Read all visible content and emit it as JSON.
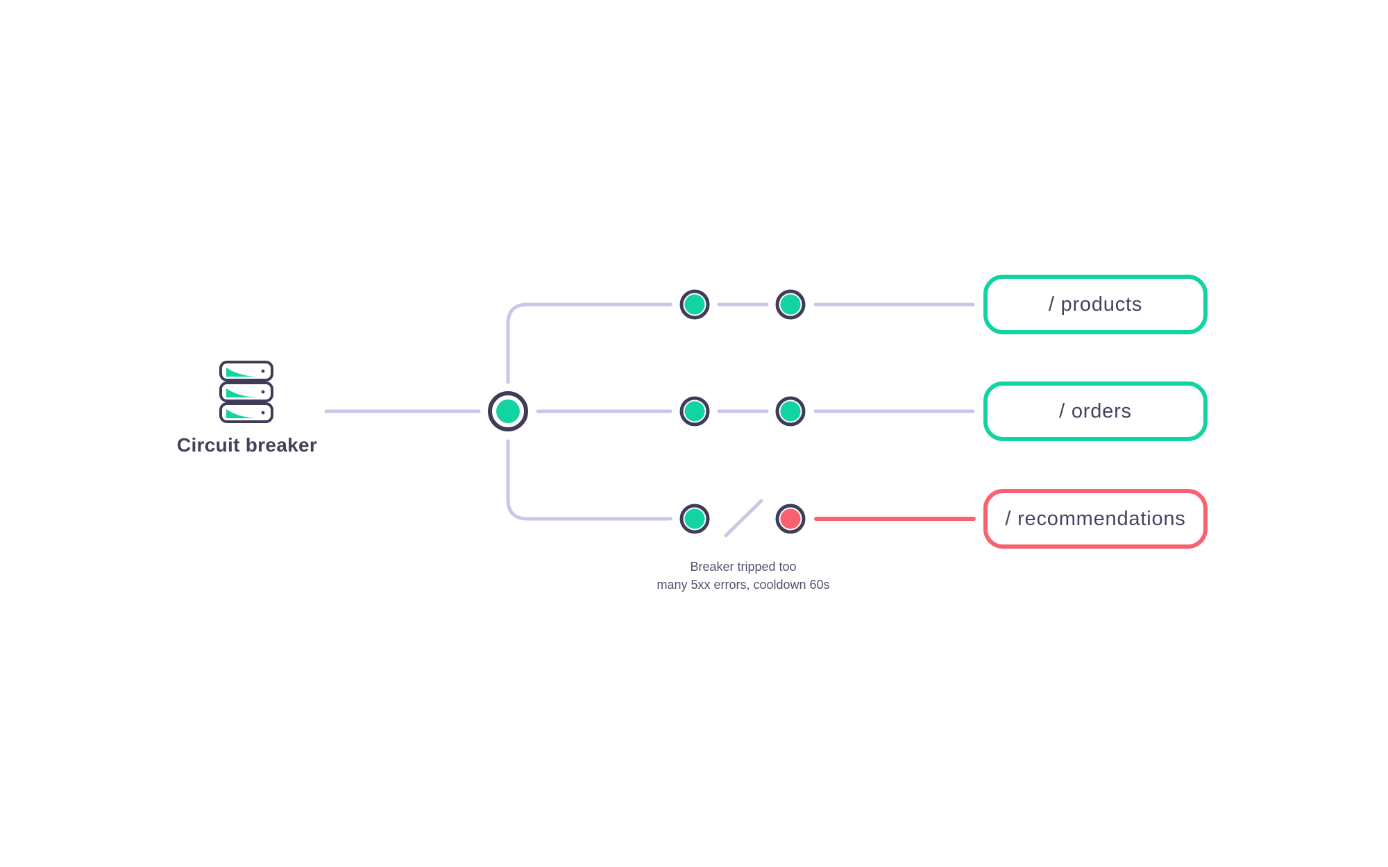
{
  "diagram": {
    "source": {
      "label": "Circuit breaker",
      "icon": "server-stack-icon"
    },
    "endpoints": [
      {
        "label": "/ products",
        "status": "healthy"
      },
      {
        "label": "/ orders",
        "status": "healthy"
      },
      {
        "label": "/ recommendations",
        "status": "tripped"
      }
    ],
    "note": {
      "line1": "Breaker tripped too",
      "line2": "many 5xx errors, cooldown 60s"
    },
    "colors": {
      "healthy_accent": "#12d3a2",
      "tripped_accent": "#f8616e",
      "wire": "#c9c7e8",
      "node_outline": "#3f3c58",
      "text": "#46425f",
      "note_text": "#55526e",
      "background": "#ffffff"
    }
  }
}
